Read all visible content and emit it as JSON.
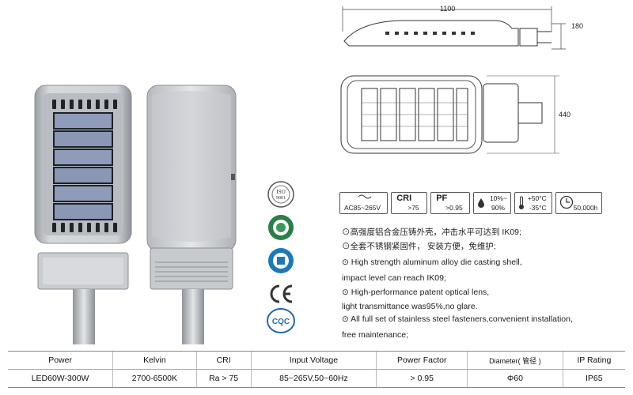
{
  "dimensions": {
    "length": "1100",
    "height": "180",
    "width": "440"
  },
  "specs_icons": {
    "voltage": "AC85~265V",
    "cri_title": "CRI",
    "cri_value": ">75",
    "pf_title": "PF",
    "pf_value": ">0.95",
    "humidity_low": "10%~",
    "humidity_high": "90%",
    "temp_high": "+50°C",
    "temp_low": "-35°C",
    "lifetime": "50,000h"
  },
  "features": [
    "⊙高强度铝合金压铸外壳，冲击水平可达到 IK09;",
    "⊙全套不锈钢紧固件，  安装方便，免维护;",
    "⊙ High strength aluminum alloy die casting shell,",
    "impact level can reach IK09;",
    "⊙ High-performance patent optical lens,",
    "light transmittance was95%,no glare.",
    "⊙ All full set of stainless steel fasteners,convenient installation,",
    "free maintenance;"
  ],
  "certifications": [
    "iso9001-seal-icon",
    "environmental-seal-icon",
    "quality-seal-icon",
    "ce-mark-icon",
    "cqc-mark-icon"
  ],
  "table": {
    "headers": [
      "Power",
      "Kelvin",
      "CRI",
      "Input Voltage",
      "Power Factor",
      "Diameter( 管径 )",
      "IP Rating"
    ],
    "row": [
      "LED60W-300W",
      "2700-6500K",
      "Ra > 75",
      "85~265V,50~60Hz",
      "> 0.95",
      "Φ60",
      "IP65"
    ]
  }
}
